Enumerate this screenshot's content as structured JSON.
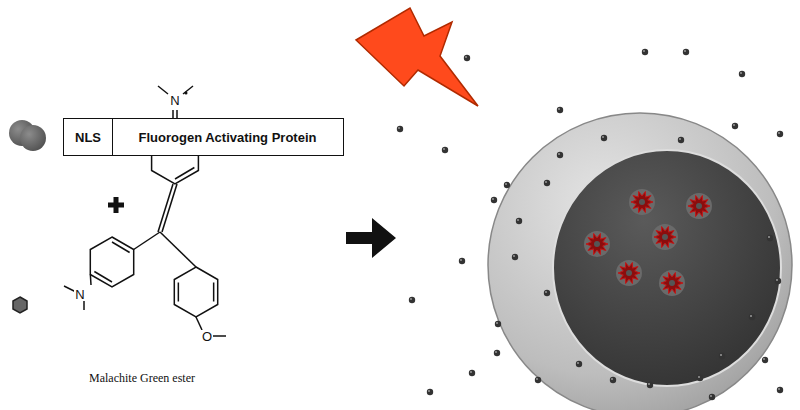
{
  "diagram": {
    "nodes": [
      {
        "text": [
          "NLS"
        ]
      },
      {
        "text": [
          "Fluorogen Activating Protein"
        ]
      }
    ],
    "labels": [
      "N",
      "N",
      "O",
      "Malachite Green ester"
    ]
  }
}
